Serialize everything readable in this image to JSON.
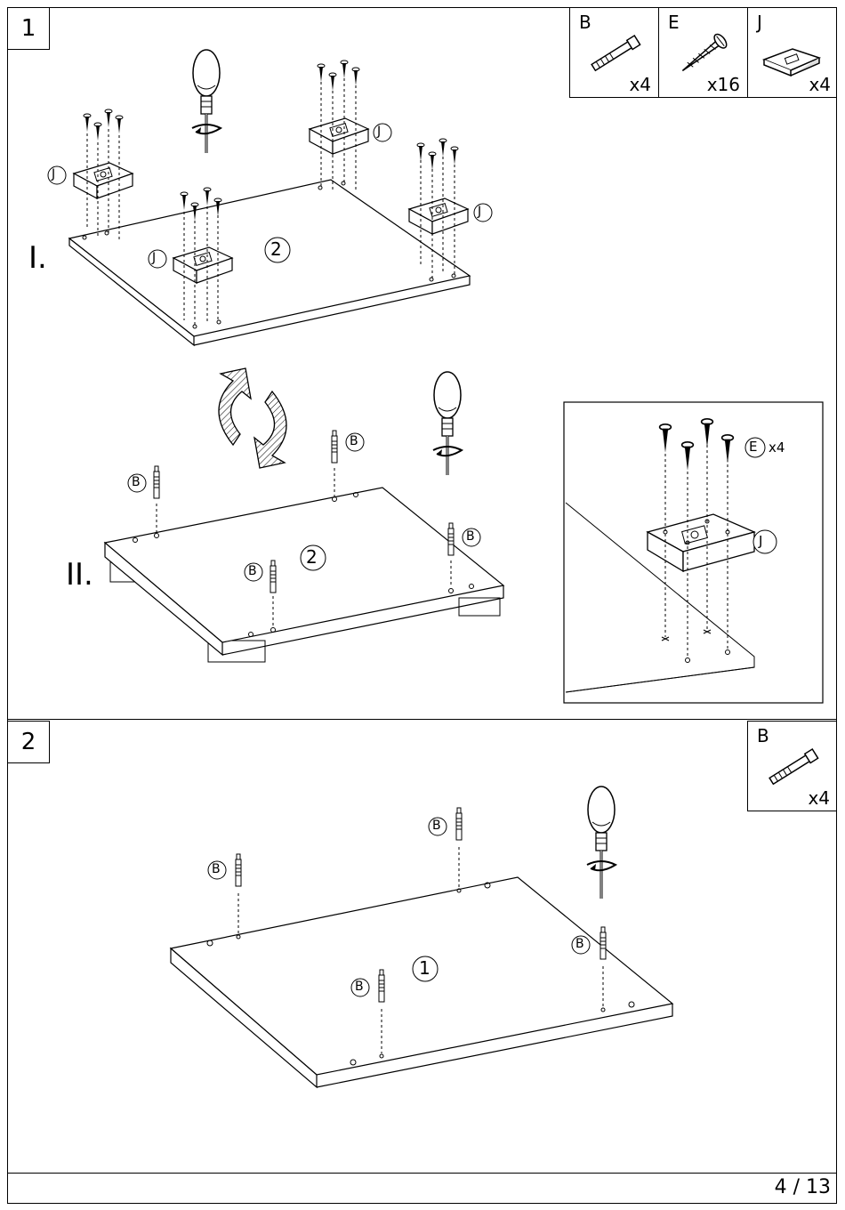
{
  "step1": {
    "number": "1",
    "parts": [
      {
        "letter": "B",
        "qty": "x4",
        "icon": "dowel-icon"
      },
      {
        "letter": "E",
        "qty": "x16",
        "icon": "screw-icon"
      },
      {
        "letter": "J",
        "qty": "x4",
        "icon": "foot-block-icon"
      }
    ],
    "sub1_label": "I.",
    "sub2_label": "II.",
    "panel_label": "2",
    "foot_label": "J",
    "dowel_label": "B",
    "detail": {
      "screw_label": "E",
      "screw_qty": "x4",
      "foot_label": "J"
    }
  },
  "step2": {
    "number": "2",
    "parts": [
      {
        "letter": "B",
        "qty": "x4",
        "icon": "dowel-icon"
      }
    ],
    "panel_label": "1",
    "dowel_label": "B"
  },
  "page_number": "4 / 13"
}
